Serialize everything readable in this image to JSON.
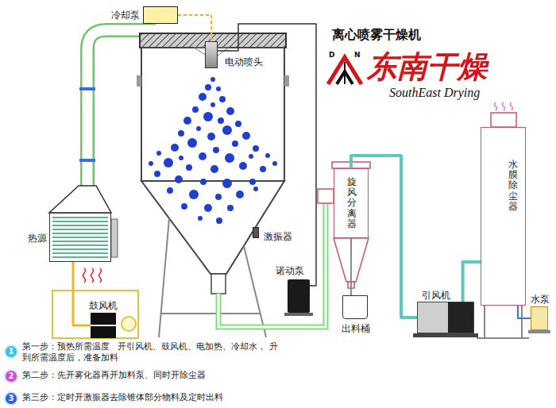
{
  "diagram": {
    "title": "离心喷雾干燥机",
    "nodes": [
      {
        "text": [
          "冷却泵"
        ]
      },
      {
        "text": [
          "电动喷头"
        ]
      },
      {
        "text": [
          "旋风分离器"
        ]
      },
      {
        "text": [
          "水膜除尘器"
        ]
      },
      {
        "text": [
          "热源"
        ]
      },
      {
        "text": [
          "激振器"
        ]
      },
      {
        "text": [
          "诺动泵"
        ]
      },
      {
        "text": [
          "水泵"
        ]
      },
      {
        "text": [
          "引风机"
        ]
      },
      {
        "text": [
          "鼓风机"
        ]
      },
      {
        "text": [
          "出料桶"
        ]
      },
      {
        "text": [
          "1"
        ]
      },
      {
        "text": [
          "2"
        ]
      },
      {
        "text": [
          "3"
        ]
      }
    ],
    "edges": [
      {
        "from": 0,
        "to": 1,
        "arrow": "none"
      },
      {
        "from": 6,
        "to": 1,
        "arrow": "none"
      },
      {
        "from": 9,
        "to": 4,
        "arrow": "none"
      },
      {
        "from": 2,
        "to": 8,
        "arrow": "none"
      },
      {
        "from": 8,
        "to": 3,
        "arrow": "none"
      },
      {
        "from": 7,
        "to": 3,
        "arrow": "none"
      },
      {
        "from": 2,
        "to": 10,
        "arrow": "none"
      }
    ],
    "labels": [
      "D",
      "N",
      "东南干燥",
      "SouthEast Drying",
      "第一步：预热所需温度   开引风机、鼓风机、电加热、冷却水， 升到所需温度后，准备加料",
      "第二步：先开雾化器再开加料泵、同时开除尘器",
      "第三步：定时开激振器去除锥体部分物料及定时出料"
    ]
  }
}
